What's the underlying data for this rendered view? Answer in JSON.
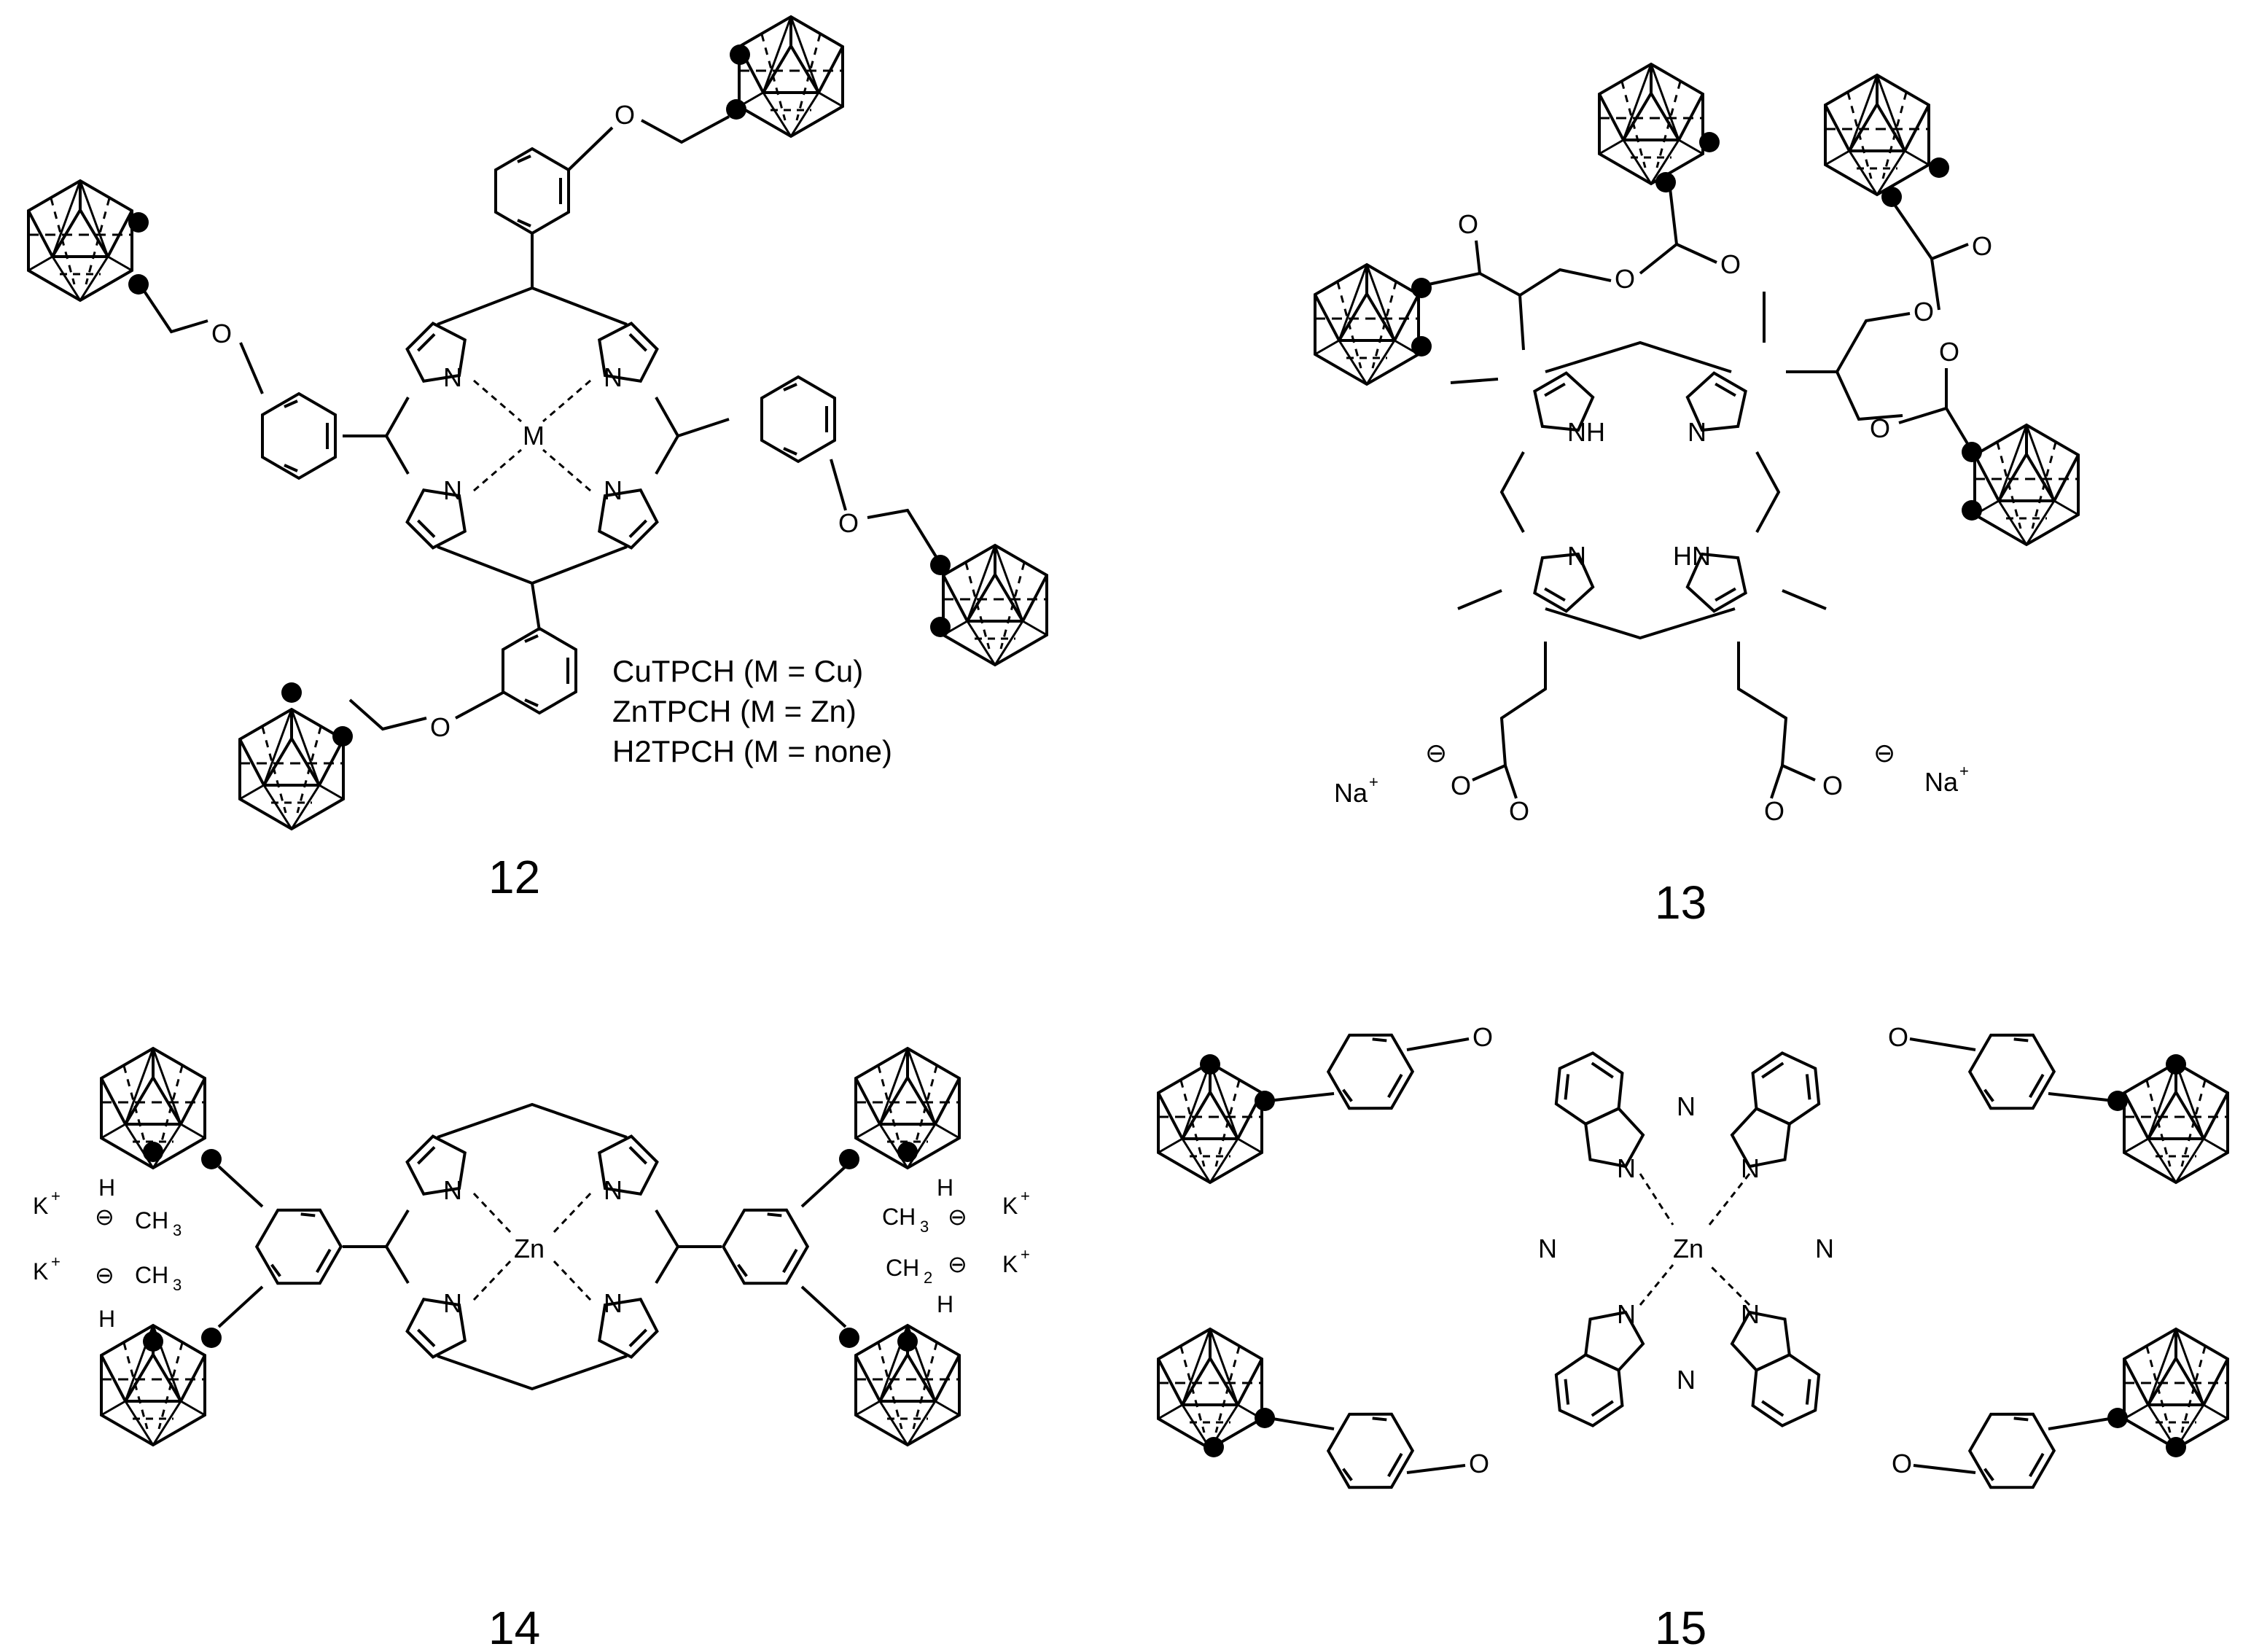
{
  "compounds": {
    "c12": {
      "number": "12",
      "metal_label": "M",
      "legend": [
        "CuTPCH (M = Cu)",
        "ZnTPCH (M = Zn)",
        "H2TPCH (M = none)"
      ]
    },
    "c13": {
      "number": "13",
      "counterion": "Na",
      "counterion_charge": "+",
      "anion_charge": "⊖",
      "nh_label": "NH",
      "hn_label": "HN"
    },
    "c14": {
      "number": "14",
      "metal_label": "Zn",
      "counterion": "K",
      "counterion_charge": "+",
      "anion_charge": "⊖",
      "methyl_label": "CH",
      "methyl_sub": "3",
      "methylene_label": "CH",
      "methylene_sub": "2",
      "h_label": "H"
    },
    "c15": {
      "number": "15",
      "metal_label": "Zn"
    }
  },
  "atoms": {
    "nitrogen": "N",
    "oxygen": "O",
    "hydrogen": "H"
  },
  "icons": {
    "carborane": "carborane-cage-icon",
    "carbon_vertex": "filled-circle-icon"
  }
}
